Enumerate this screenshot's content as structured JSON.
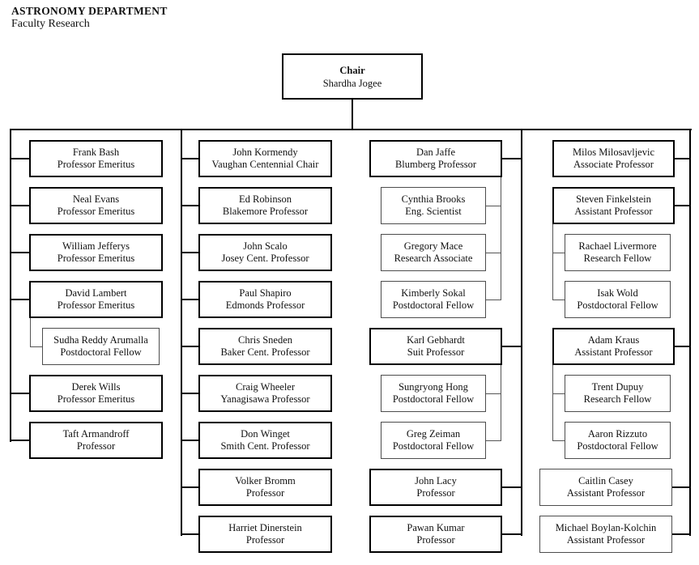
{
  "header": {
    "department": "ASTRONOMY DEPARTMENT",
    "subtitle": "Faculty Research"
  },
  "chair": {
    "role": "Chair",
    "name": "Shardha Jogee"
  },
  "boxes": {
    "frank_bash": {
      "name": "Frank Bash",
      "title": "Professor Emeritus"
    },
    "neal_evans": {
      "name": "Neal Evans",
      "title": "Professor Emeritus"
    },
    "william_jefferys": {
      "name": "William Jefferys",
      "title": "Professor Emeritus"
    },
    "david_lambert": {
      "name": "David Lambert",
      "title": "Professor Emeritus"
    },
    "sudha_arumalla": {
      "name": "Sudha Reddy Arumalla",
      "title": "Postdoctoral Fellow"
    },
    "derek_wills": {
      "name": "Derek Wills",
      "title": "Professor Emeritus"
    },
    "taft_armandroff": {
      "name": "Taft Armandroff",
      "title": "Professor"
    },
    "john_kormendy": {
      "name": "John Kormendy",
      "title": "Vaughan Centennial Chair"
    },
    "ed_robinson": {
      "name": "Ed Robinson",
      "title": "Blakemore Professor"
    },
    "john_scalo": {
      "name": "John Scalo",
      "title": "Josey Cent. Professor"
    },
    "paul_shapiro": {
      "name": "Paul Shapiro",
      "title": "Edmonds Professor"
    },
    "chris_sneden": {
      "name": "Chris Sneden",
      "title": "Baker Cent. Professor"
    },
    "craig_wheeler": {
      "name": "Craig Wheeler",
      "title": "Yanagisawa Professor"
    },
    "don_winget": {
      "name": "Don Winget",
      "title": "Smith Cent. Professor"
    },
    "volker_bromm": {
      "name": "Volker Bromm",
      "title": "Professor"
    },
    "harriet_dinerstein": {
      "name": "Harriet Dinerstein",
      "title": "Professor"
    },
    "dan_jaffe": {
      "name": "Dan Jaffe",
      "title": "Blumberg Professor"
    },
    "cynthia_brooks": {
      "name": "Cynthia Brooks",
      "title": "Eng. Scientist"
    },
    "gregory_mace": {
      "name": "Gregory Mace",
      "title": "Research Associate"
    },
    "kimberly_sokal": {
      "name": "Kimberly Sokal",
      "title": "Postdoctoral Fellow"
    },
    "karl_gebhardt": {
      "name": "Karl Gebhardt",
      "title": "Suit Professor"
    },
    "sungryong_hong": {
      "name": "Sungryong Hong",
      "title": "Postdoctoral Fellow"
    },
    "greg_zeiman": {
      "name": "Greg Zeiman",
      "title": "Postdoctoral Fellow"
    },
    "john_lacy": {
      "name": "John Lacy",
      "title": "Professor"
    },
    "pawan_kumar": {
      "name": "Pawan Kumar",
      "title": "Professor"
    },
    "milos_milosavljevic": {
      "name": "Milos Milosavljevic",
      "title": "Associate Professor"
    },
    "steven_finkelstein": {
      "name": "Steven Finkelstein",
      "title": "Assistant Professor"
    },
    "rachael_livermore": {
      "name": "Rachael Livermore",
      "title": "Research Fellow"
    },
    "isak_wold": {
      "name": "Isak Wold",
      "title": "Postdoctoral Fellow"
    },
    "adam_kraus": {
      "name": "Adam Kraus",
      "title": "Assistant Professor"
    },
    "trent_dupuy": {
      "name": "Trent Dupuy",
      "title": "Research Fellow"
    },
    "aaron_rizzuto": {
      "name": "Aaron Rizzuto",
      "title": "Postdoctoral Fellow"
    },
    "caitlin_casey": {
      "name": "Caitlin Casey",
      "title": "Assistant Professor"
    },
    "michael_boylan_kolchin": {
      "name": "Michael Boylan-Kolchin",
      "title": "Assistant Professor"
    }
  },
  "colors": {
    "background": "#ffffff",
    "text": "#111111",
    "main_line": "#000000",
    "child_line": "#555555",
    "child_border": "#4d4d4d"
  }
}
